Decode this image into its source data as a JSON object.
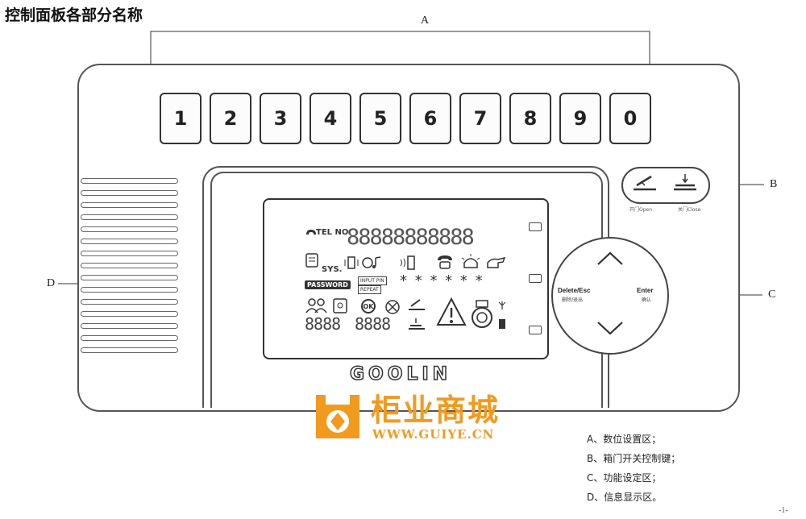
{
  "title": "控制面板各部分名称",
  "callouts": {
    "a": "A",
    "b": "B",
    "c": "C",
    "d": "D"
  },
  "keys": [
    "1",
    "2",
    "3",
    "4",
    "5",
    "6",
    "7",
    "8",
    "9",
    "0"
  ],
  "lcd": {
    "tel_label": "TEL NO.",
    "digits": "88888888888",
    "sys_label": "SYS.",
    "password_label": "PASSWORD",
    "input_pin_label": "INPUT PIN",
    "repeat_label": "REPEAT",
    "stars": "* * * * * *",
    "ok_label": "OK",
    "seg_left": "8888",
    "seg_right": "8888"
  },
  "door_buttons": {
    "open_label": "开门Open",
    "close_label": "关门Close"
  },
  "dial": {
    "delete_label": "Delete/Esc",
    "delete_sub": "删除/退出",
    "enter_label": "Enter",
    "enter_sub": "确认"
  },
  "brand": "GOOLIN",
  "watermark": {
    "text": "柜业商城",
    "url": "WWW.GUIYE.CN"
  },
  "legend": [
    "A、数位设置区；",
    "B、箱门开关控制键；",
    "C、功能设定区；",
    "D、信息显示区。"
  ],
  "page_number": "-1-"
}
